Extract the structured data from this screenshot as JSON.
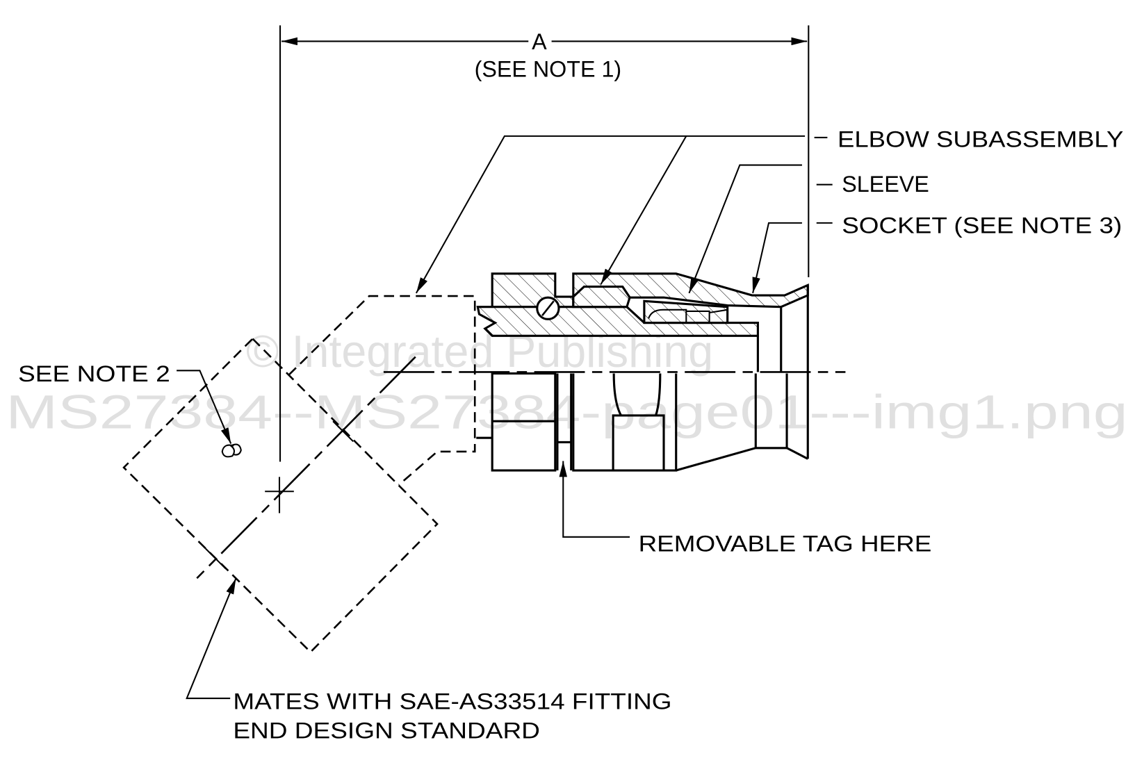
{
  "watermark": {
    "line1": "© Integrated Publishing",
    "line2": "MS27384--MS27384-page01---img1.png"
  },
  "dimension": {
    "label": "A",
    "note": "(SEE NOTE 1)"
  },
  "callouts": {
    "elbow": "ELBOW SUBASSEMBLY",
    "sleeve": "SLEEVE",
    "socket": "SOCKET (SEE NOTE 3)",
    "tag": "REMOVABLE TAG HERE",
    "note2": "SEE NOTE 2",
    "mates_line1": "MATES WITH SAE-AS33514 FITTING",
    "mates_line2": "END DESIGN STANDARD"
  }
}
